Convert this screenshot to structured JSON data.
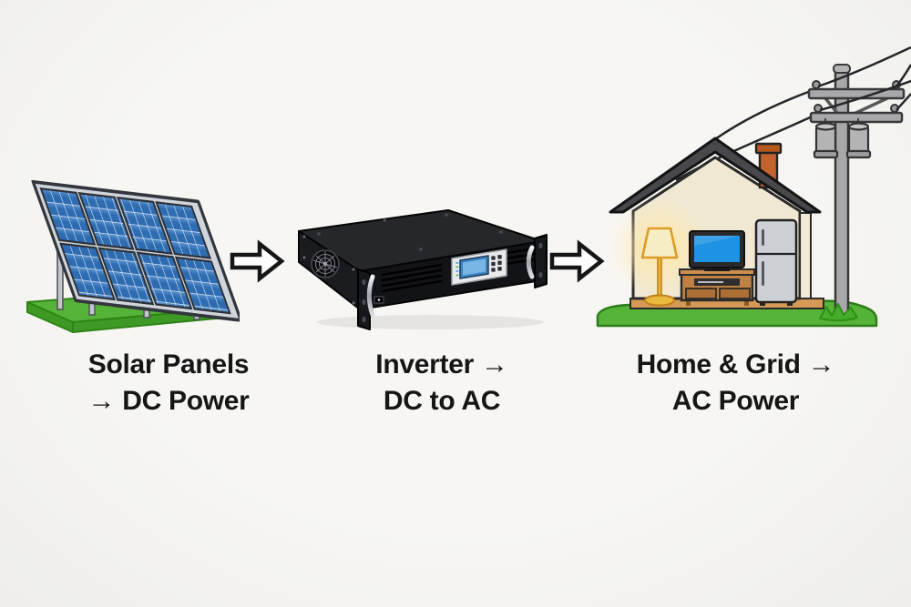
{
  "page": {
    "kind": "solar-power-flow-diagram"
  },
  "colors": {
    "background": "#f7f6f3",
    "text": "#161616",
    "arrow_fill": "#ffffff",
    "arrow_stroke": "#161616",
    "panel_blue": "#2e6cb2",
    "panel_blue_light": "#5b93cf",
    "panel_grid": "#e3ecf6",
    "grass_green": "#55b438",
    "grass_shadow": "#3f9a25",
    "wall_cream": "#f0e8d3",
    "roof_gray": "#47474c",
    "chimney_orange": "#c2622d",
    "floor_tan": "#d49a55",
    "tv_screen_blue": "#1f93e3",
    "cabinet_brown": "#bf8144",
    "fridge_gray": "#cdd1d6",
    "pole_gray": "#a8a8aa",
    "wire_dark": "#26262a",
    "inverter_body": "#121316",
    "lcd_blue": "#3c82c4",
    "lamp_glow": "#f8eec6",
    "lamp_stem": "#eaba3e"
  },
  "icons": {
    "stage1": "solar-panel-array-icon",
    "stage2": "rack-inverter-icon",
    "stage3": "house-and-utility-pole-icon",
    "connector": "right-arrow-icon"
  },
  "stages": [
    {
      "id": "solar-panels",
      "caption_line1": "Solar Panels",
      "caption_line2": "→ DC Power"
    },
    {
      "id": "inverter",
      "caption_line1": "Inverter →",
      "caption_line2": "DC to AC"
    },
    {
      "id": "home-grid",
      "caption_line1": "Home & Grid →",
      "caption_line2": "AC Power"
    }
  ]
}
